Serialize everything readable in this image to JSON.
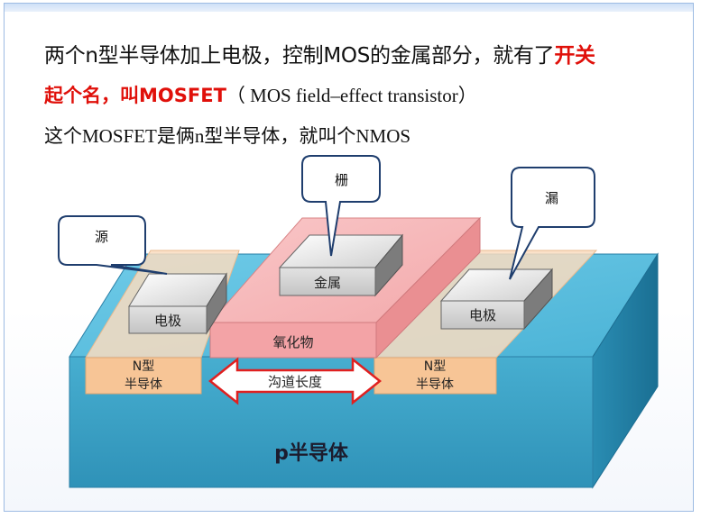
{
  "text": {
    "line1_a": "两个n型半导体加上电极，控制MOS的金属部分，就有了",
    "line1_b": "开关",
    "line2_a": "起个名，叫MOSFET",
    "line2_b": "（ MOS field–effect transistor）",
    "line3": "这个MOSFET是俩n型半导体，就叫个NMOS"
  },
  "diagram": {
    "callout_source": "源",
    "callout_gate": "栅",
    "callout_drain": "漏",
    "electrode_left": "电极",
    "metal": "金属",
    "electrode_right": "电极",
    "oxide": "氧化物",
    "n_left_1": "N型",
    "n_left_2": "半导体",
    "n_right_1": "N型",
    "n_right_2": "半导体",
    "channel_length": "沟道长度",
    "substrate": "p半导体"
  },
  "colors": {
    "highlight": "#e0100a",
    "substrate_front": "#3a9fc2",
    "substrate_top": "#5ec0e0",
    "substrate_side": "#1f7fa4",
    "n_region": "#f6c89c",
    "oxide": "#f3a6a8",
    "electrode": "#d0d0d0",
    "arrow": "#e02020"
  }
}
